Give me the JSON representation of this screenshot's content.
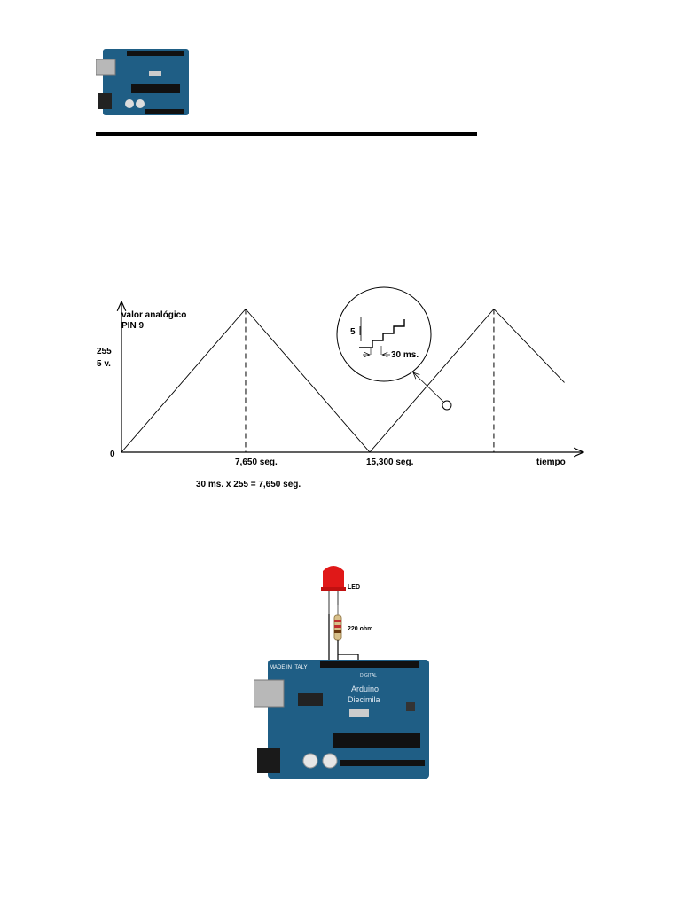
{
  "chart_data": {
    "type": "line",
    "title": "",
    "ylabel_line1": "valor analógico",
    "ylabel_line2": "PIN 9",
    "xlabel": "tiempo",
    "y_tick_top": "255",
    "y_tick_top_sub": "5 v.",
    "origin_label": "0",
    "x_tick_labels": [
      "7,650 seg.",
      "15,300 seg."
    ],
    "series": [
      {
        "x": [
          0,
          7.65,
          15.3,
          22.95,
          27.3
        ],
        "y": [
          0,
          255,
          0,
          255,
          124
        ]
      }
    ],
    "xlim": [
      0,
      28.2
    ],
    "ylim": [
      0,
      300
    ],
    "peak_markers_x": [
      7.65,
      22.95
    ],
    "detail_inset": {
      "step_label": "5",
      "time_label": "30 ms."
    },
    "formula": "30 ms. x 255 = 7,650 seg."
  },
  "circuit": {
    "led_label": "LED",
    "resistor_label": "220 ohm",
    "board_text": [
      "MADE IN ITALY",
      "Arduino",
      "Diecimila",
      "DIGITAL"
    ]
  },
  "colors": {
    "board": "#1f5e85",
    "led": "#e01818",
    "trace": "#000000"
  }
}
